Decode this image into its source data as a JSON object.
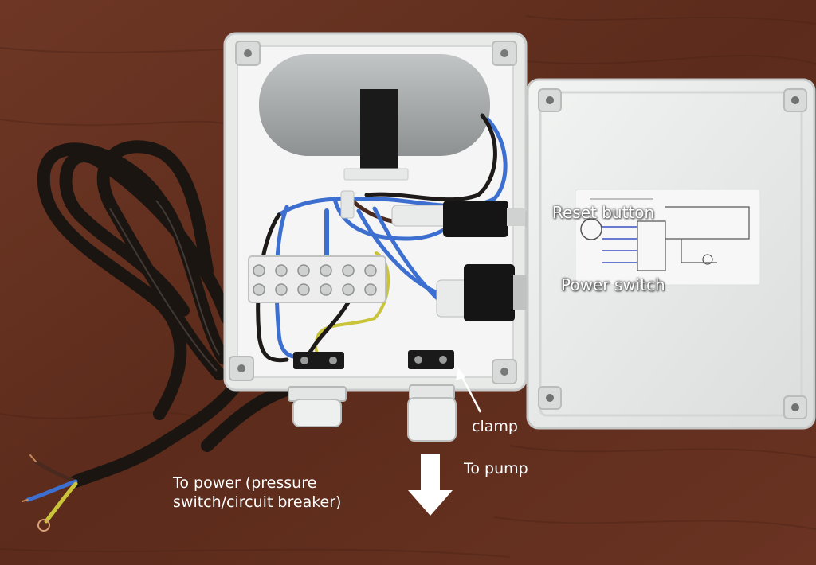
{
  "labels": {
    "reset_button": "Reset button",
    "power_switch": "Power switch",
    "clamp": "clamp",
    "to_pump": "To pump",
    "to_power_line1": "To power (pressure",
    "to_power_line2": "switch/circuit breaker)"
  },
  "colors": {
    "table": "#6b3522",
    "enclosure": "#e9ebe9",
    "capacitor": "#a9acad",
    "brown_wire": "#4a2a1f",
    "blue_wire": "#3d6fd0",
    "ground_wire": "#c9c43a",
    "annotation": "#ffffff"
  }
}
